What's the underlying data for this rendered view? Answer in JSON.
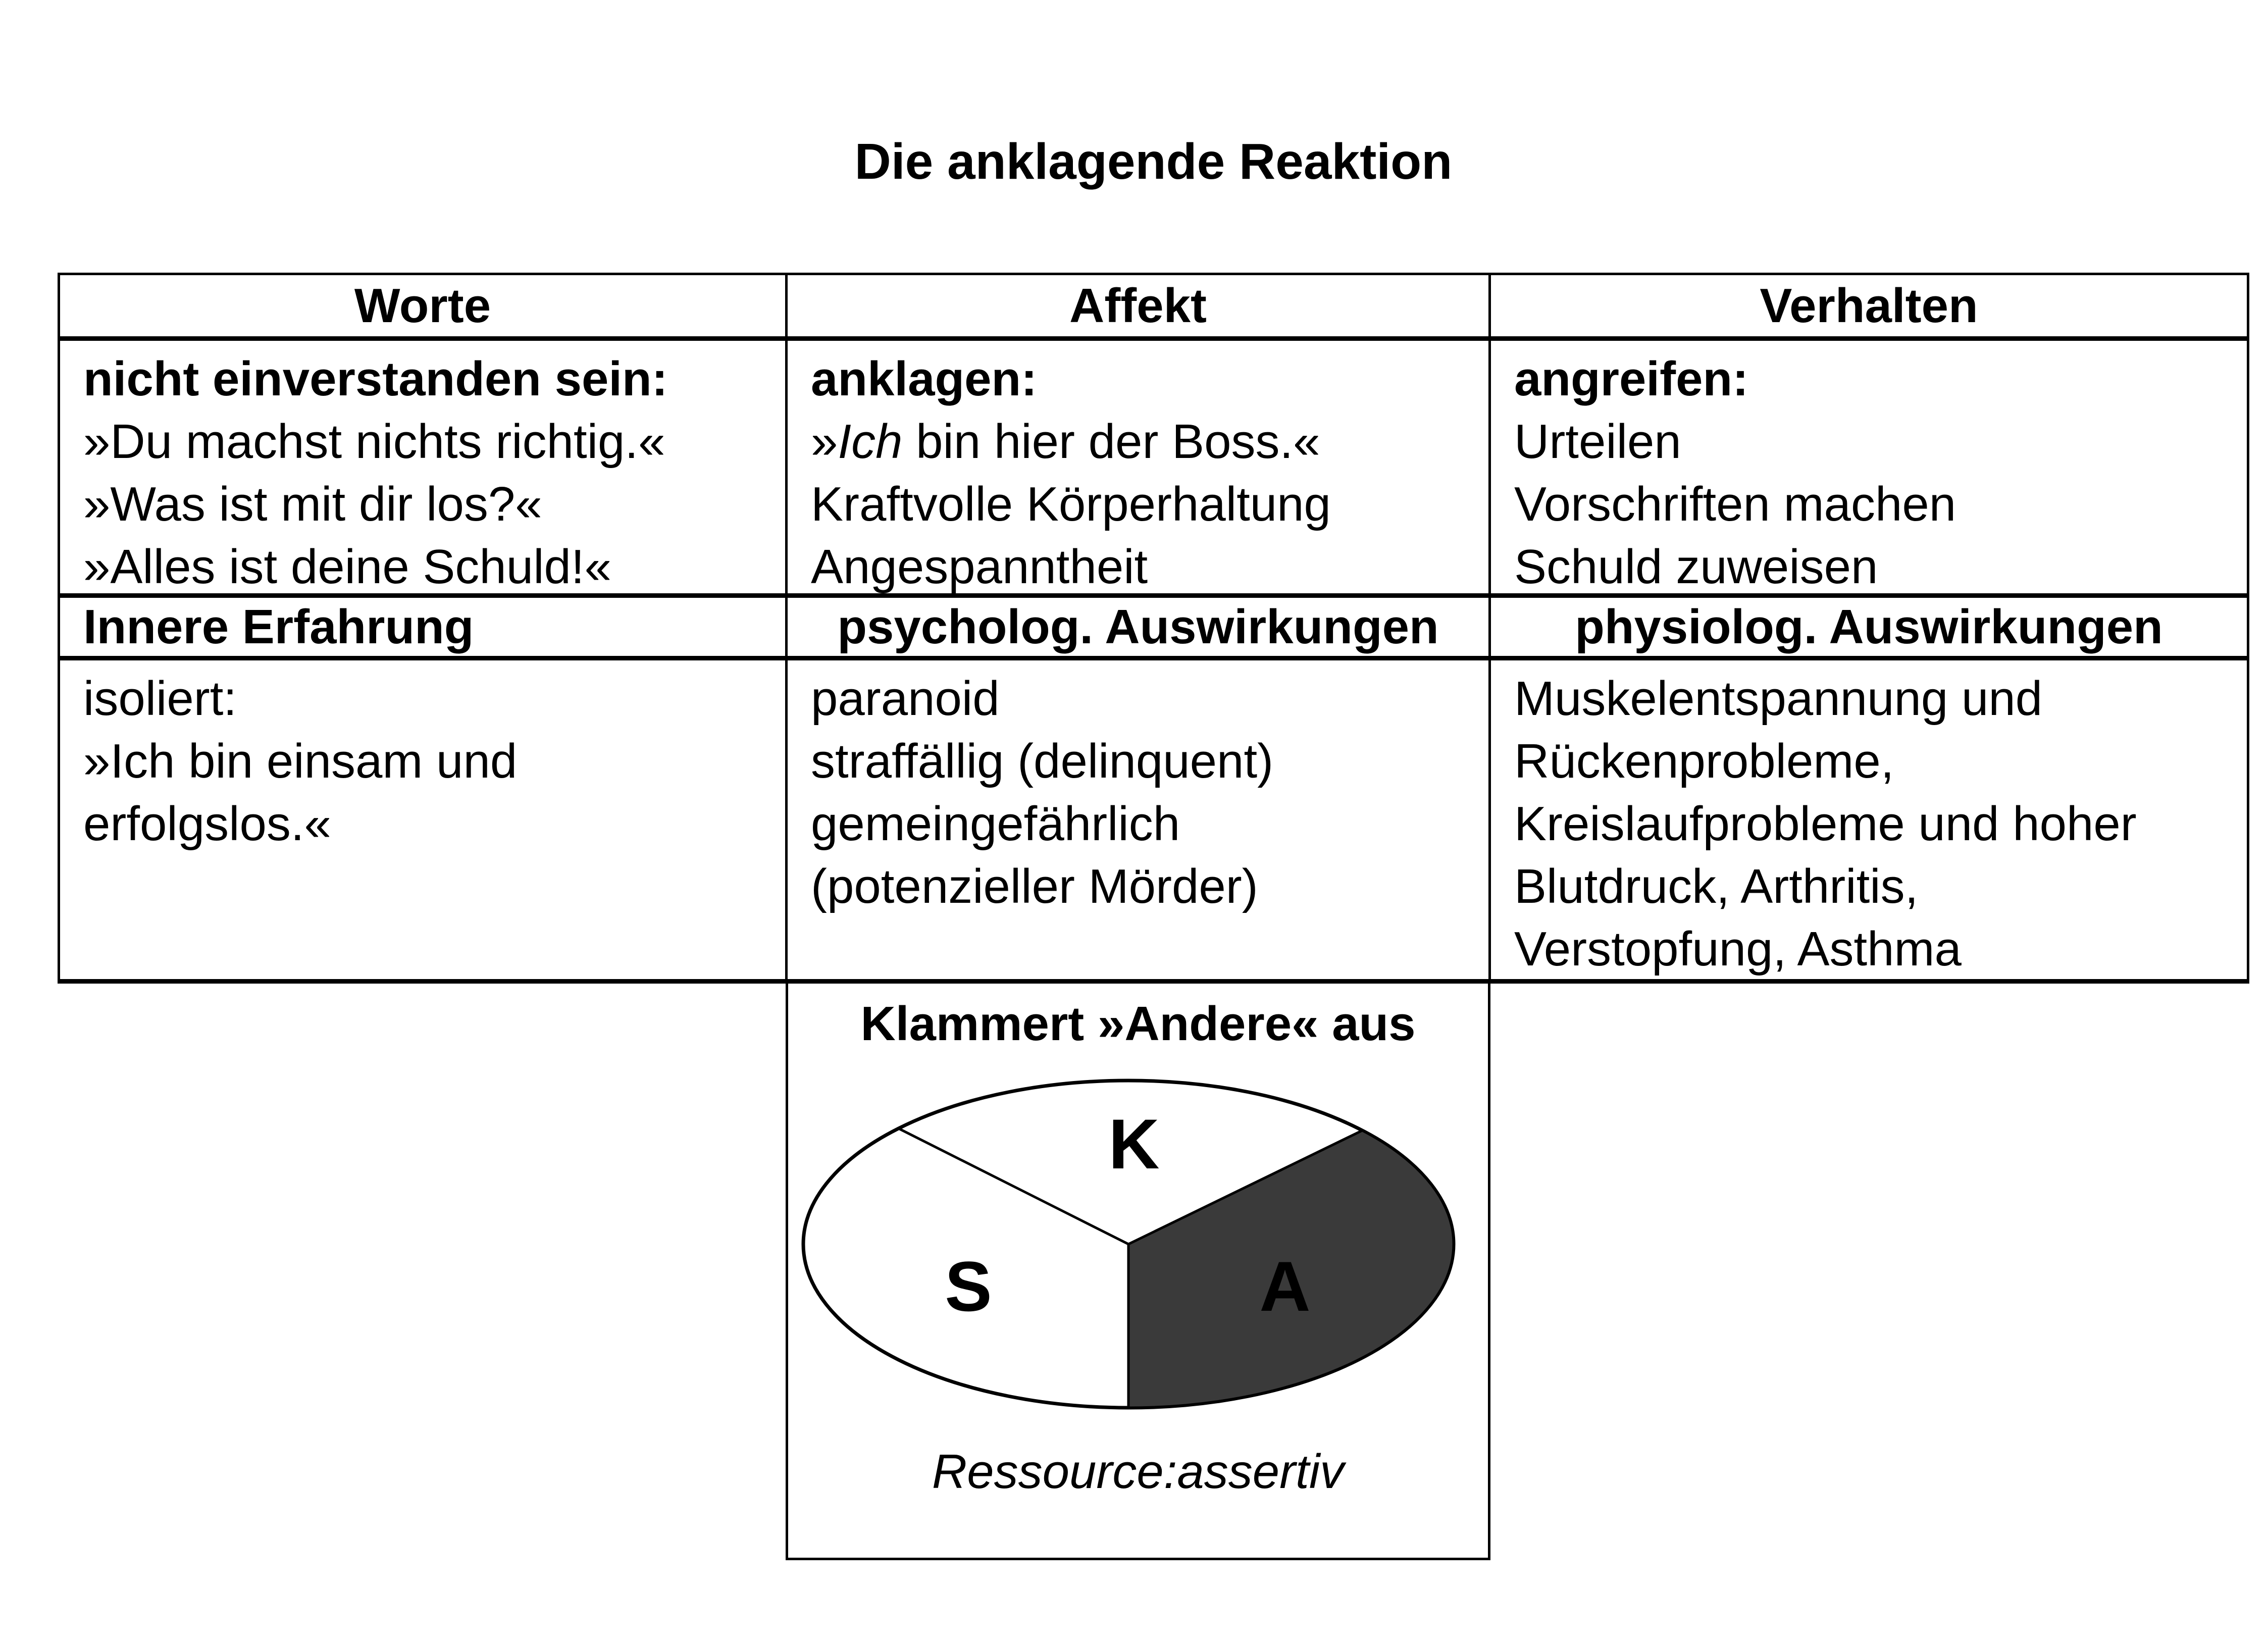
{
  "title": "Die anklagende Reaktion",
  "table": {
    "headers": [
      "Worte",
      "Affekt",
      "Verhalten"
    ],
    "worte": {
      "lead": "nicht einverstanden sein:",
      "l1": "»Du machst nichts richtig.«",
      "l2": "»Was ist mit dir los?«",
      "l3": "»Alles ist deine Schuld!«"
    },
    "affekt": {
      "lead": "anklagen:",
      "q_open": "»",
      "q_italic": "Ich",
      "q_rest": " bin hier der Boss.«",
      "l2": "Kraftvolle Körperhaltung",
      "l3": "Angespanntheit"
    },
    "verhalten": {
      "lead": "angreifen:",
      "l1": "Urteilen",
      "l2": "Vorschriften machen",
      "l3": "Schuld zuweisen"
    },
    "subheaders": [
      "Innere Erfahrung",
      "psycholog. Auswirkungen",
      "physiolog. Auswirkungen"
    ],
    "innere": {
      "l1": "isoliert:",
      "l2": "»Ich bin einsam und",
      "l3": "erfolgslos.«"
    },
    "psych": {
      "l1": "paranoid",
      "l2": "straffällig (delinquent)",
      "l3": "gemeingefährlich",
      "l4": "(potenzieller Mörder)"
    },
    "physio": {
      "l1": "Muskelentspannung und",
      "l2": "Rückenprobleme,",
      "l3": "Kreislaufprobleme und hoher",
      "l4": "Blutdruck, Arthritis,",
      "l5": "Verstopfung, Asthma"
    }
  },
  "bottom_box": {
    "heading": "Klammert »Andere« aus",
    "pie": {
      "labels": {
        "top": "K",
        "left": "S",
        "right": "A"
      },
      "filled_sector": "A",
      "dark_color": "#3a3a3a"
    },
    "caption": "Ressource:assertiv"
  }
}
